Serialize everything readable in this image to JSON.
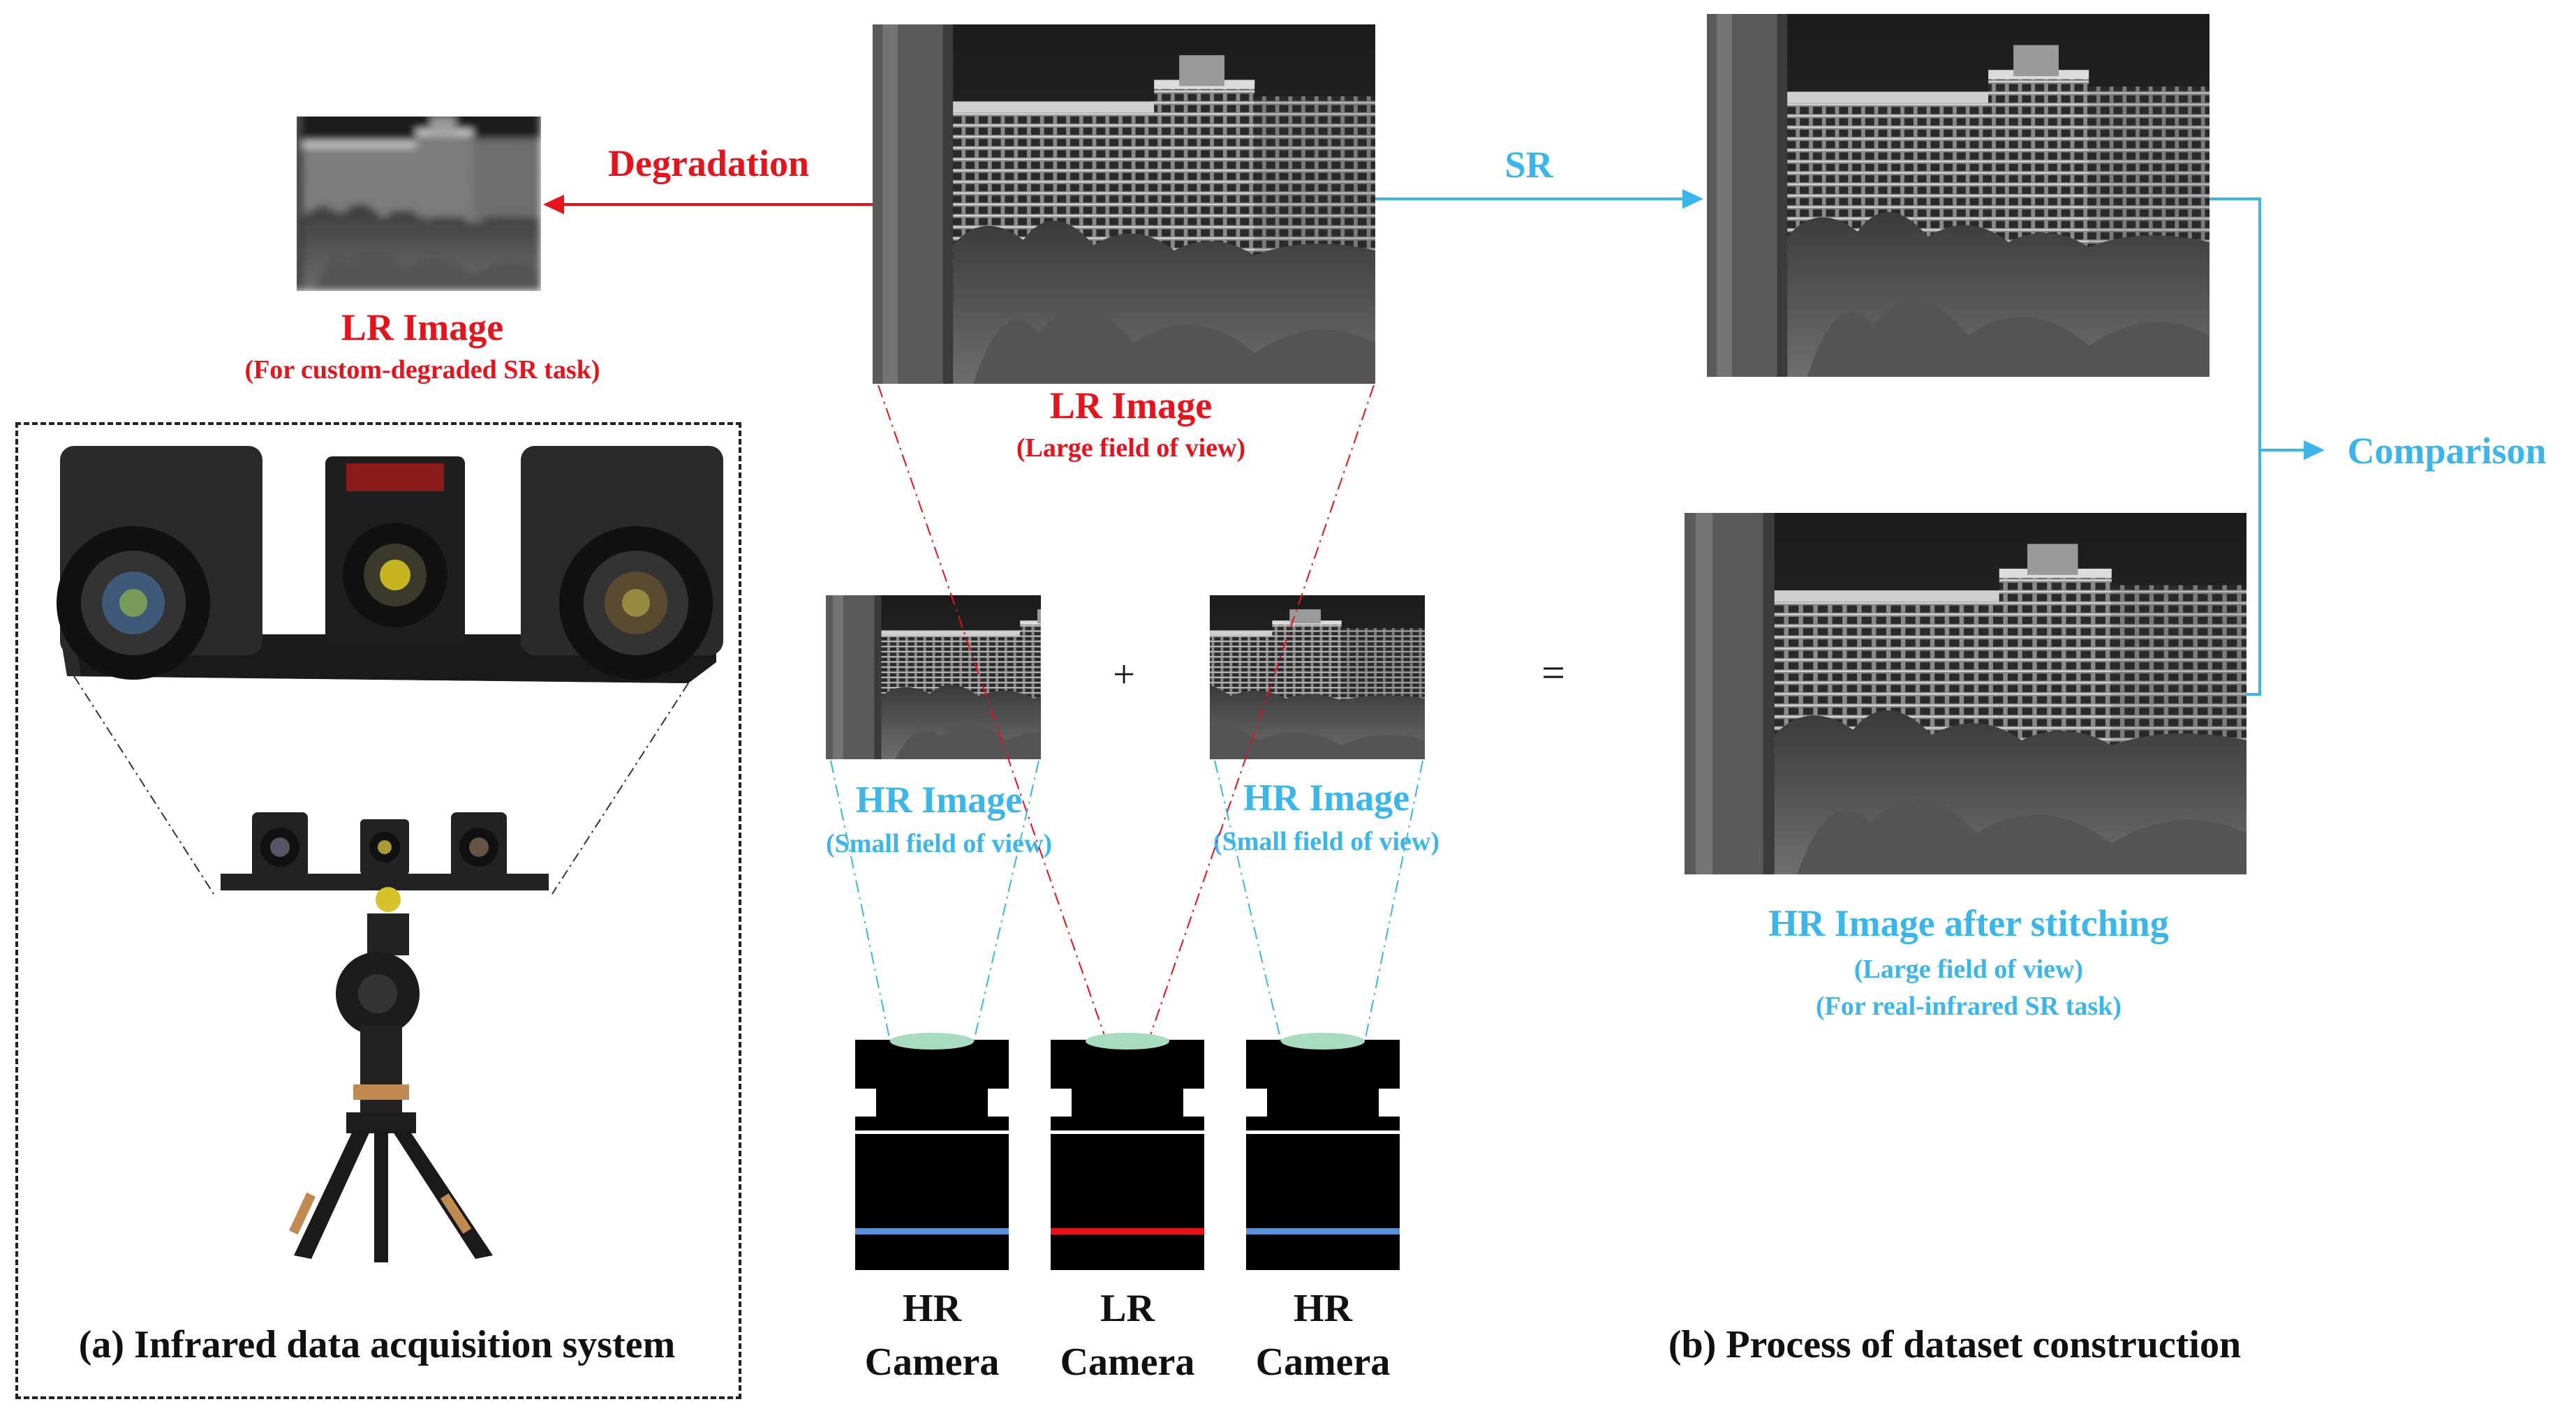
{
  "left_panel": {
    "lr_image_title": "LR Image",
    "lr_image_subtitle": "(For custom-degraded SR task)",
    "caption": "(a) Infrared data acquisition system"
  },
  "center": {
    "degradation_label": "Degradation",
    "sr_label": "SR",
    "lr_image_title": "LR Image",
    "lr_image_subtitle": "(Large field of view)",
    "hr_left_title": "HR Image",
    "hr_left_subtitle": "(Small field of view)",
    "hr_right_title": "HR Image",
    "hr_right_subtitle": "(Small field of view)",
    "plus": "+",
    "equals": "="
  },
  "cameras": [
    {
      "line1": "HR",
      "line2": "Camera",
      "stripe_color": "#5b8fd8"
    },
    {
      "line1": "LR",
      "line2": "Camera",
      "stripe_color": "#e8121b"
    },
    {
      "line1": "HR",
      "line2": "Camera",
      "stripe_color": "#5b8fd8"
    }
  ],
  "right_panel": {
    "comparison_label": "Comparison",
    "stitched_title": "HR Image after stitching",
    "stitched_sub1": "(Large field of view)",
    "stitched_sub2": "(For real-infrared SR task)",
    "caption": "(b) Process of dataset construction"
  },
  "colors": {
    "red": "#e8121b",
    "blue": "#3ab6ea",
    "dark": "#111111"
  }
}
